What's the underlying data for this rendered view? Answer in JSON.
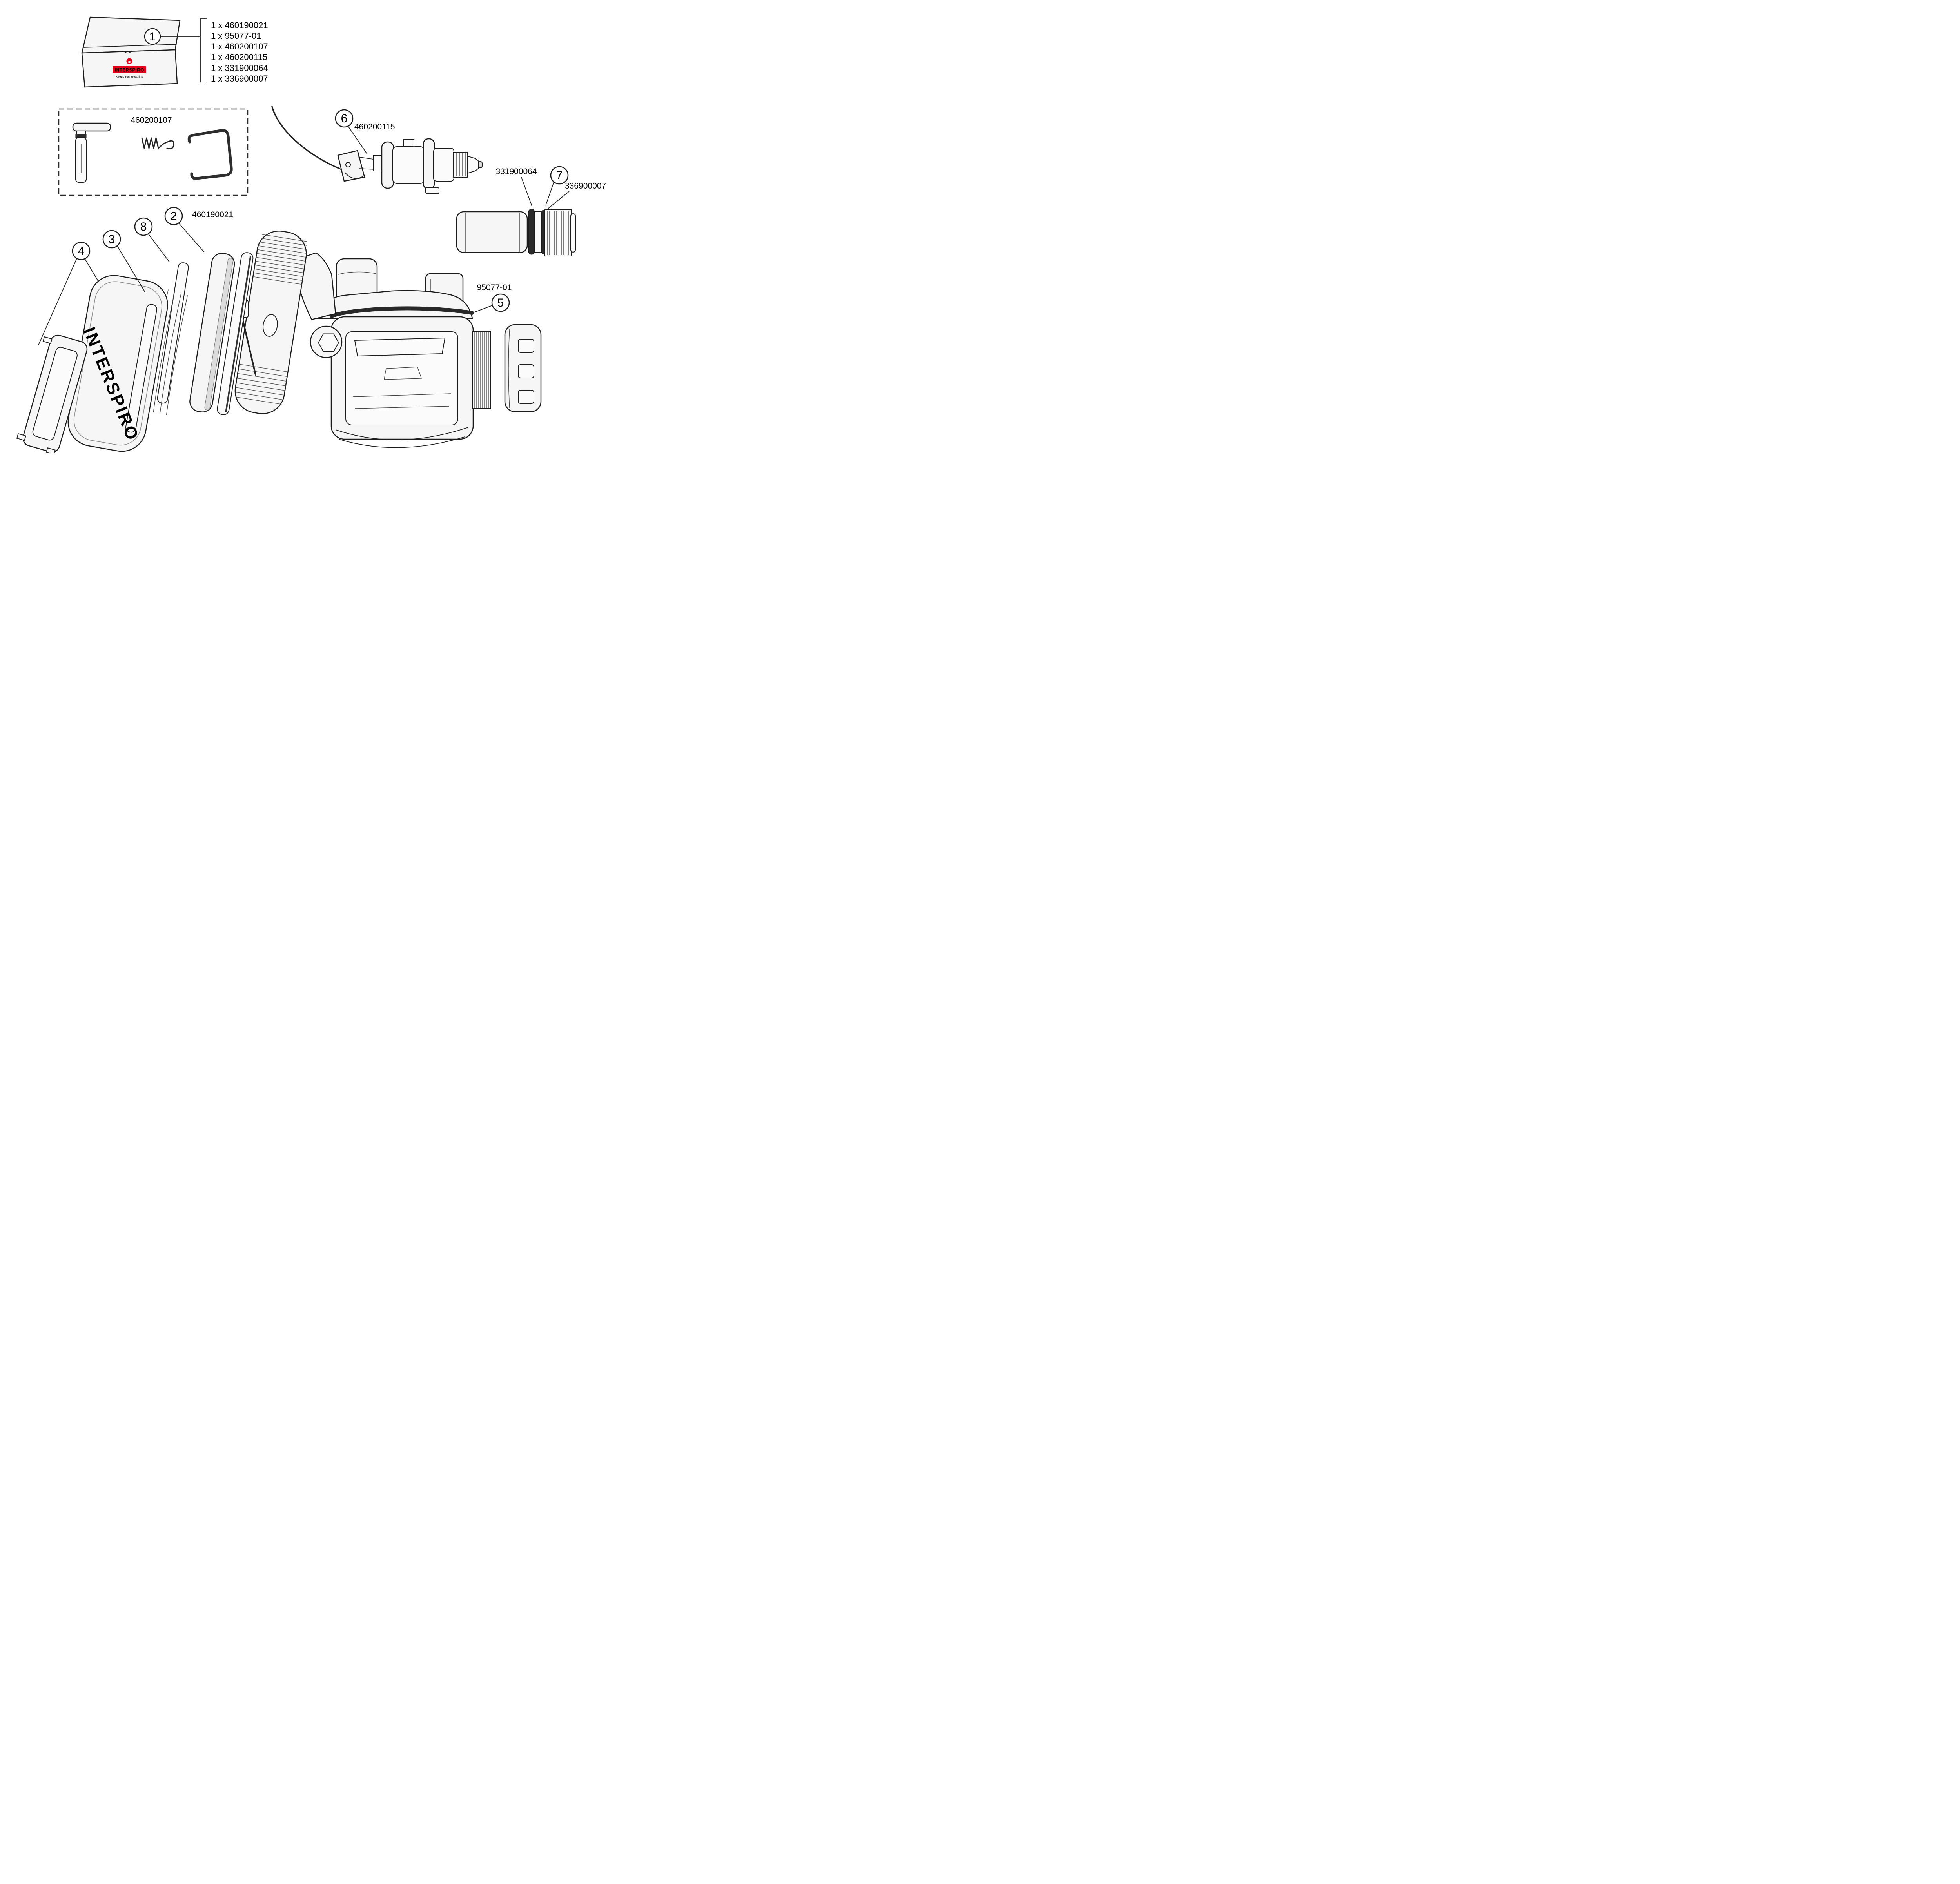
{
  "brand": {
    "name": "INTERSPIRO",
    "tagline": "Keeps You Breathing",
    "accent": "#e2001a"
  },
  "box": {
    "contents": [
      "1 x 460190021",
      "1 x 95077-01",
      "1 x 460200107",
      "1 x 460200115",
      "1 x 331900064",
      "1 x 336900007"
    ]
  },
  "labels": {
    "kit": "460200107",
    "valve": "460200115",
    "oring_left": "331900064",
    "thread": "336900007",
    "membrane": "460190021",
    "housing_oring": "95077-01"
  },
  "callouts": {
    "c1": "1",
    "c2": "2",
    "c3": "3",
    "c4": "4",
    "c5": "5",
    "c6": "6",
    "c7": "7",
    "c8": "8"
  },
  "cover": {
    "brand": "INTERSPIRO"
  }
}
